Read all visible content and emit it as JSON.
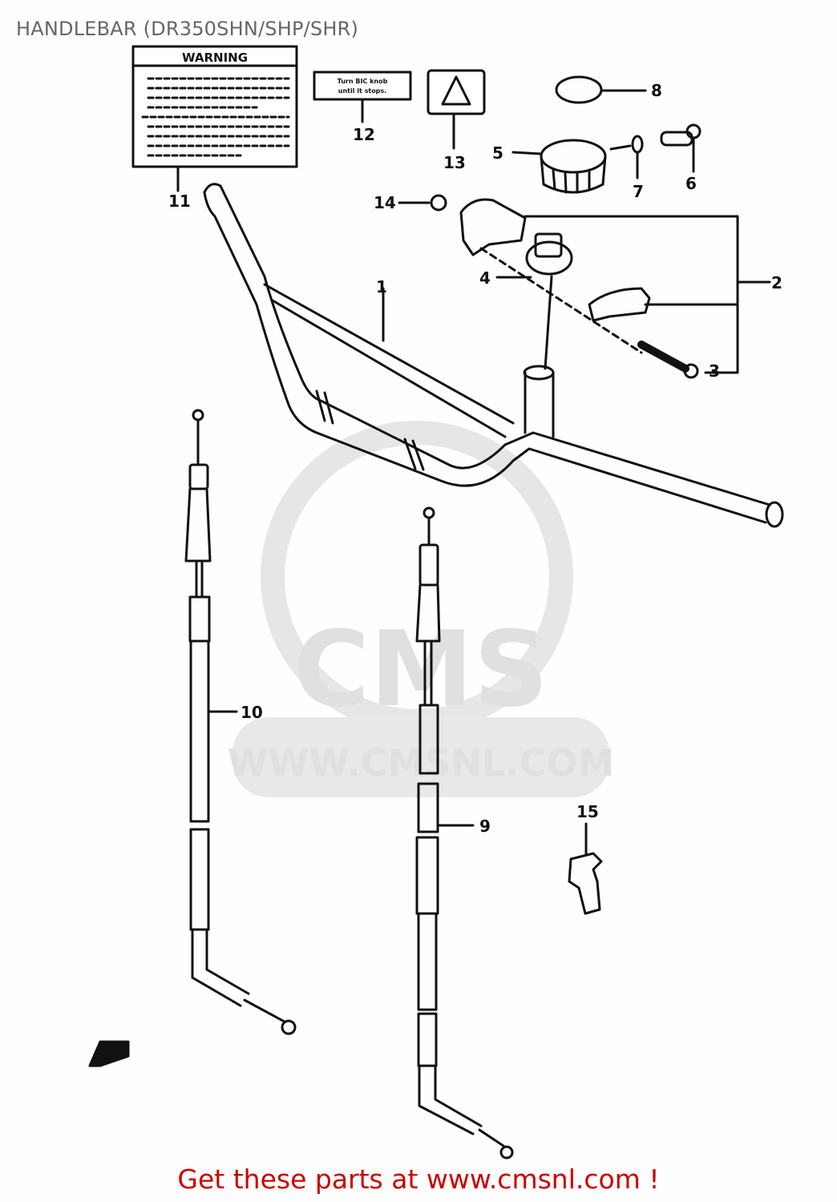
{
  "title": "HANDLEBAR (DR350SHN/SHP/SHR)",
  "footer": "Get these parts at www.cmsnl.com !",
  "watermark": {
    "logo_text": "CMS",
    "url_text": "WWW.CMSNL.COM"
  },
  "labels": {
    "warning_header": "WARNING",
    "label12_line1": "Turn BIC knob",
    "label12_line2": "until it stops."
  },
  "callouts": [
    {
      "num": "1",
      "part": "handlebar"
    },
    {
      "num": "2",
      "part": "holder-set"
    },
    {
      "num": "3",
      "part": "bolt"
    },
    {
      "num": "4",
      "part": "damper"
    },
    {
      "num": "5",
      "part": "knob"
    },
    {
      "num": "6",
      "part": "screw"
    },
    {
      "num": "7",
      "part": "washer"
    },
    {
      "num": "8",
      "part": "emblem"
    },
    {
      "num": "9",
      "part": "cable-right"
    },
    {
      "num": "10",
      "part": "cable-left"
    },
    {
      "num": "11",
      "part": "warning-label"
    },
    {
      "num": "12",
      "part": "knob-label"
    },
    {
      "num": "13",
      "part": "caution-label"
    },
    {
      "num": "14",
      "part": "nut"
    },
    {
      "num": "15",
      "part": "clamp"
    }
  ]
}
